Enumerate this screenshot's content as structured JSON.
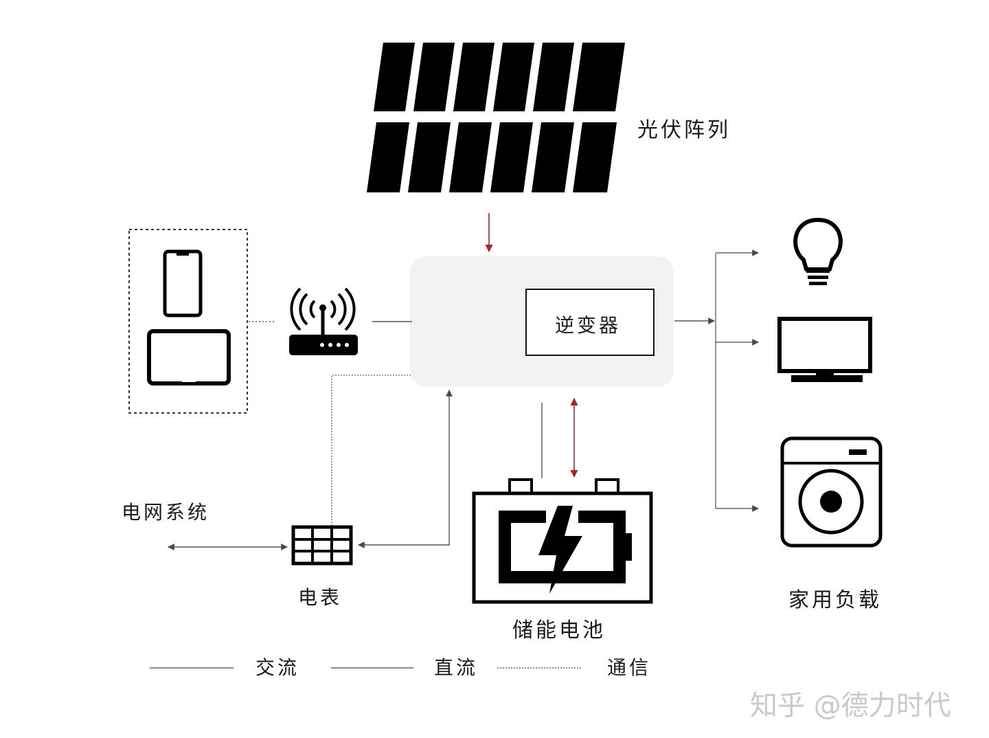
{
  "labels": {
    "pv_array": "光伏阵列",
    "inverter": "逆变器",
    "grid_system": "电网系统",
    "meter": "电表",
    "battery": "储能电池",
    "home_load": "家用负载"
  },
  "legend": {
    "ac": "交流",
    "dc": "直流",
    "comm": "通信"
  },
  "watermark": "知乎 @德力时代",
  "colors": {
    "stroke": "#111111",
    "arrow_power": "#a3282c",
    "arrow_line": "#3b4a5e",
    "inverter_box": "#f2f2f2"
  },
  "icons": [
    "solar-panel-icon",
    "smartphone-icon",
    "tablet-icon",
    "router-icon",
    "meter-icon",
    "battery-icon",
    "light-bulb-icon",
    "monitor-icon",
    "washing-machine-icon"
  ]
}
